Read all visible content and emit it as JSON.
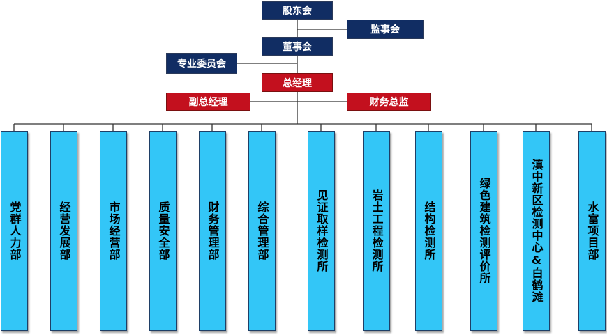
{
  "top": {
    "shareholders": "股东会",
    "supervisors": "监事会",
    "board": "董事会",
    "committee": "专业委员会",
    "gm": "总经理",
    "deputy": "副总经理",
    "cfo": "财务总监"
  },
  "departments": [
    "党群人力部",
    "经营发展部",
    "市场经营部",
    "质量安全部",
    "财务管理部",
    "综合管理部",
    "见证取样检测所",
    "岩土工程检测所",
    "结构检测所",
    "绿色建筑检测评价所",
    "滇中新区检测中心&白鹤滩",
    "水富项目部"
  ],
  "colors": {
    "upper_box": "#112d63",
    "executive_box": "#c3101e",
    "department_box": "#33c6f7"
  }
}
